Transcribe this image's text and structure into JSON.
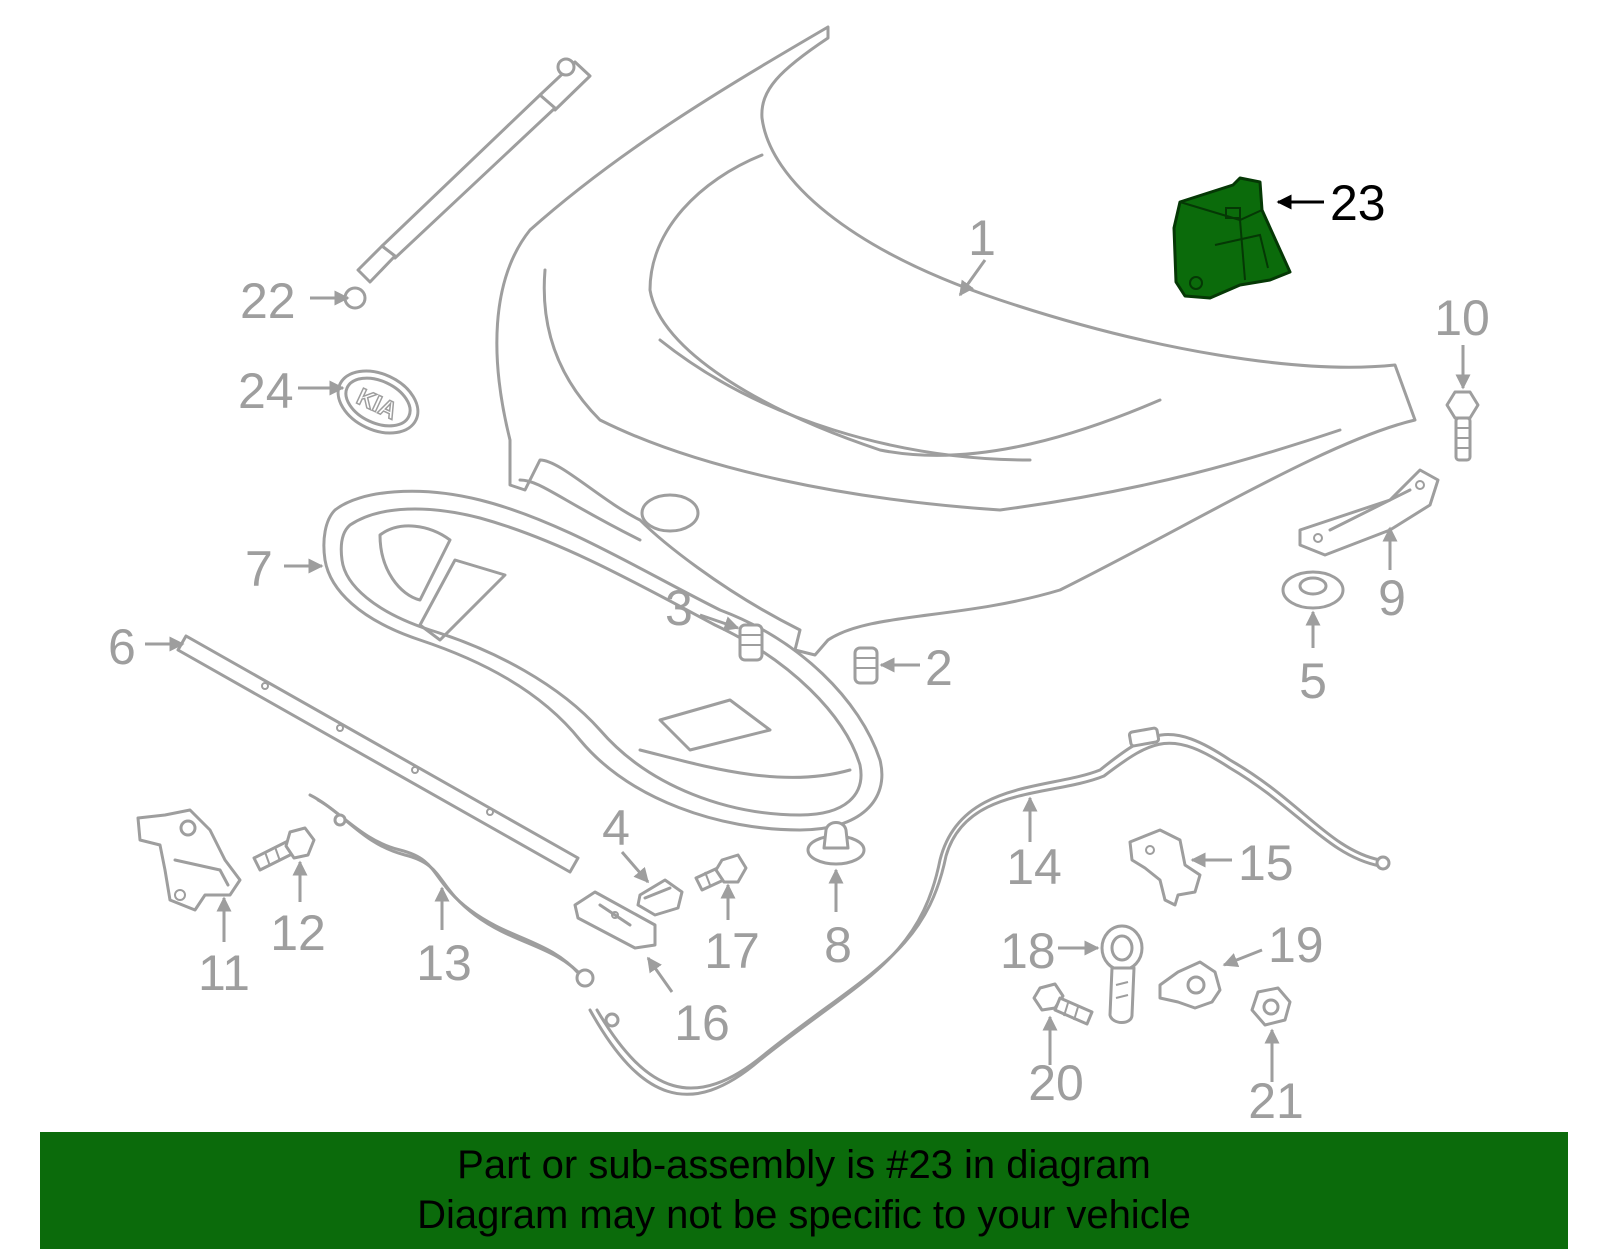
{
  "diagram": {
    "callouts": [
      {
        "id": "c1",
        "label": "1"
      },
      {
        "id": "c2",
        "label": "2"
      },
      {
        "id": "c3",
        "label": "3"
      },
      {
        "id": "c4",
        "label": "4"
      },
      {
        "id": "c5",
        "label": "5"
      },
      {
        "id": "c6",
        "label": "6"
      },
      {
        "id": "c7",
        "label": "7"
      },
      {
        "id": "c8",
        "label": "8"
      },
      {
        "id": "c9",
        "label": "9"
      },
      {
        "id": "c10",
        "label": "10"
      },
      {
        "id": "c11",
        "label": "11"
      },
      {
        "id": "c12",
        "label": "12"
      },
      {
        "id": "c13",
        "label": "13"
      },
      {
        "id": "c14",
        "label": "14"
      },
      {
        "id": "c15",
        "label": "15"
      },
      {
        "id": "c16",
        "label": "16"
      },
      {
        "id": "c17",
        "label": "17"
      },
      {
        "id": "c18",
        "label": "18"
      },
      {
        "id": "c19",
        "label": "19"
      },
      {
        "id": "c20",
        "label": "20"
      },
      {
        "id": "c21",
        "label": "21"
      },
      {
        "id": "c22",
        "label": "22"
      },
      {
        "id": "c23",
        "label": "23"
      },
      {
        "id": "c24",
        "label": "24"
      }
    ],
    "emblem_text": "KIA",
    "highlighted_part": "23",
    "colors": {
      "line_art": "#9e9e9e",
      "highlight_fill": "#0b6b0b",
      "highlight_label": "#000000"
    }
  },
  "footer": {
    "line1": "Part or sub-assembly is #23 in diagram",
    "line2": "Diagram may not be specific to your vehicle",
    "background": "#0b6b0b"
  }
}
